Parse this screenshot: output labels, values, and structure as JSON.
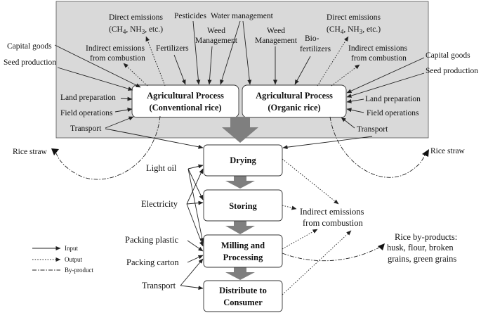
{
  "processes": {
    "conventional": {
      "line1": "Agricultural Process",
      "line2": "(Conventional rice)"
    },
    "organic": {
      "line1": "Agricultural Process",
      "line2": "(Organic rice)"
    }
  },
  "stages": {
    "drying": "Drying",
    "storing": "Storing",
    "milling_line1": "Milling and",
    "milling_line2": "Processing",
    "distribute_line1": "Distribute to",
    "distribute_line2": "Consumer"
  },
  "inputs_left": {
    "capital_goods": "Capital goods",
    "seed_production": "Seed production",
    "land_preparation": "Land preparation",
    "field_operations": "Field operations",
    "transport": "Transport"
  },
  "inputs_top_conventional": {
    "direct_emissions_line1": "Direct emissions",
    "direct_emissions_line2_a": "(CH",
    "direct_emissions_sub1": "4",
    "direct_emissions_line2_b": ", NH",
    "direct_emissions_sub2": "3",
    "direct_emissions_line2_c": ", etc.)",
    "indirect_line1": "Indirect emissions",
    "indirect_line2": "from combustion",
    "fertilizers": "Fertilizers",
    "pesticides": "Pesticides",
    "water_management": "Water management",
    "weed_management_line1": "Weed",
    "weed_management_line2": "Management"
  },
  "inputs_top_organic": {
    "weed_management_line1": "Weed",
    "weed_management_line2": "Management",
    "biofertilizers_line1": "Bio-",
    "biofertilizers_line2": "fertilizers",
    "direct_emissions_line1": "Direct emissions",
    "direct_emissions_line2_a": "(CH",
    "direct_emissions_sub1": "4",
    "direct_emissions_line2_b": ", NH",
    "direct_emissions_sub2": "3",
    "direct_emissions_line2_c": ", etc.)",
    "indirect_line1": "Indirect emissions",
    "indirect_line2": "from combustion"
  },
  "inputs_right": {
    "capital_goods": "Capital goods",
    "seed_production": "Seed production",
    "land_preparation": "Land preparation",
    "field_operations": "Field operations",
    "transport": "Transport"
  },
  "byproducts": {
    "rice_straw_left": "Rice straw",
    "rice_straw_right": "Rice straw",
    "rice_byproducts_line1": "Rice by-products:",
    "rice_byproducts_line2": "husk, flour, broken",
    "rice_byproducts_line3": "grains, green grains"
  },
  "post_harvest_inputs": {
    "light_oil": "Light oil",
    "electricity": "Electricity",
    "packing_plastic": "Packing plastic",
    "packing_carton": "Packing carton",
    "transport": "Transport"
  },
  "emissions": {
    "indirect_line1": "Indirect emissions",
    "indirect_line2": "from combustion"
  },
  "legend": {
    "input": "Input",
    "output": "Output",
    "byproduct": "By-product"
  },
  "colors": {
    "panel_background": "#d9d9d9",
    "box_fill": "#ffffff",
    "flow_arrow": "#7f7f7f",
    "line": "#222222"
  }
}
